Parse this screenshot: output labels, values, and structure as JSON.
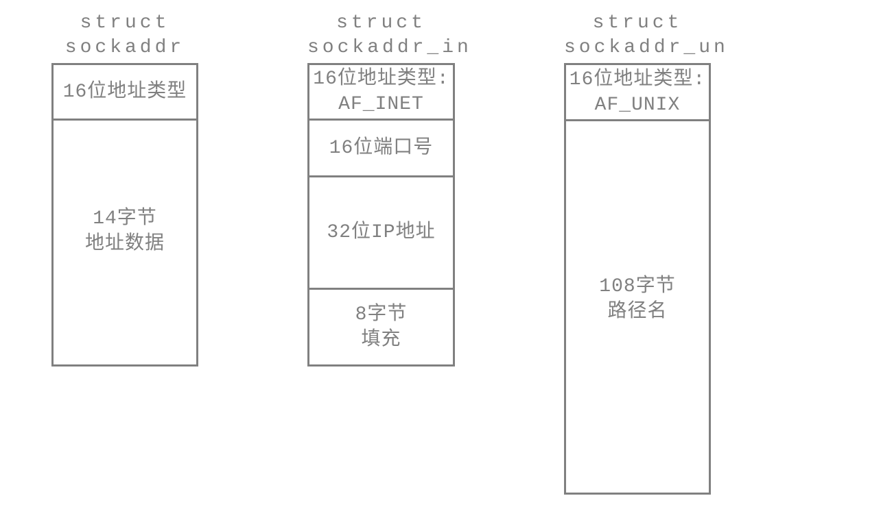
{
  "diagram": {
    "background": "#ffffff",
    "line_color": "#808080",
    "text_color": "#808080",
    "columns": [
      {
        "title_lines": [
          "struct",
          "sockaddr"
        ],
        "cells": [
          {
            "lines": [
              "16位地址类型"
            ]
          },
          {
            "lines": [
              "14字节",
              "地址数据"
            ]
          }
        ]
      },
      {
        "title_lines": [
          "struct",
          "sockaddr_in"
        ],
        "cells": [
          {
            "lines": [
              "16位地址类型:",
              "AF_INET"
            ]
          },
          {
            "lines": [
              "16位端口号"
            ]
          },
          {
            "lines": [
              "32位IP地址"
            ]
          },
          {
            "lines": [
              "8字节",
              "填充"
            ]
          }
        ]
      },
      {
        "title_lines": [
          "struct",
          "sockaddr_un"
        ],
        "cells": [
          {
            "lines": [
              "16位地址类型:",
              "AF_UNIX"
            ]
          },
          {
            "lines": [
              "108字节",
              "路径名"
            ]
          }
        ]
      }
    ]
  }
}
